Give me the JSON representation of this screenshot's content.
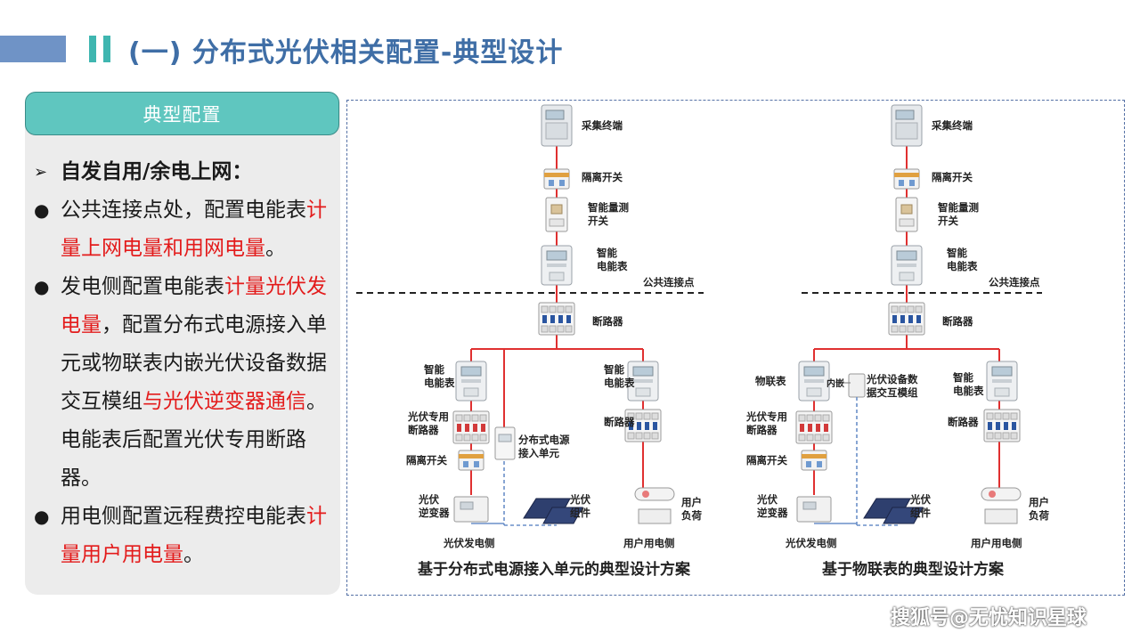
{
  "header": {
    "title": "(一) 分布式光伏相关配置-典型设计"
  },
  "panel": {
    "title": "典型配置",
    "items": [
      {
        "marker": "➢",
        "segments": [
          {
            "text": "自发自用/余电上网：",
            "style": "bold"
          }
        ]
      },
      {
        "marker": "●",
        "segments": [
          {
            "text": "公共连接点处，配置电能表"
          },
          {
            "text": "计量上网电量和用网电量",
            "style": "red"
          },
          {
            "text": "。"
          }
        ]
      },
      {
        "marker": "●",
        "segments": [
          {
            "text": "发电侧配置电能表"
          },
          {
            "text": "计量光伏发电量",
            "style": "red"
          },
          {
            "text": "，配置分布式电源接入单元或物联表内嵌光伏设备数据交互模组"
          },
          {
            "text": "与光伏逆变器通信",
            "style": "red"
          },
          {
            "text": "。电能表后配置光伏专用断路器。"
          }
        ]
      },
      {
        "marker": "●",
        "segments": [
          {
            "text": "用电侧配置远程费控电能表"
          },
          {
            "text": "计量用户用电量",
            "style": "red"
          },
          {
            "text": "。"
          }
        ]
      }
    ]
  },
  "diagram": {
    "common": {
      "terminal": "采集终端",
      "isolation_switch": "隔离开关",
      "smart_switch": [
        "智能量测",
        "开关"
      ],
      "smart_meter": [
        "智能",
        "电能表"
      ],
      "pcc": "公共连接点",
      "breaker": "断路器",
      "pv_breaker": [
        "光伏专用",
        "断路器"
      ],
      "inverter": [
        "光伏",
        "逆变器"
      ],
      "pv_module": [
        "光伏",
        "组件"
      ],
      "load": [
        "用户",
        "负荷"
      ],
      "gen_side": "光伏发电侧",
      "user_side": "用户用电侧"
    },
    "left": {
      "caption": "基于分布式电源接入单元的典型设计方案",
      "access_unit": [
        "分布式电源",
        "接入单元"
      ]
    },
    "right": {
      "caption": "基于物联表的典型设计方案",
      "iot_meter": "物联表",
      "embedded": "内嵌",
      "module": [
        "光伏设备数",
        "据交互模组"
      ]
    },
    "colors": {
      "line_red": "#e03030",
      "dashed_blue": "#6a8fc8",
      "frame": "#5470a5"
    }
  },
  "watermark": "搜狐号@无忧知识星球"
}
